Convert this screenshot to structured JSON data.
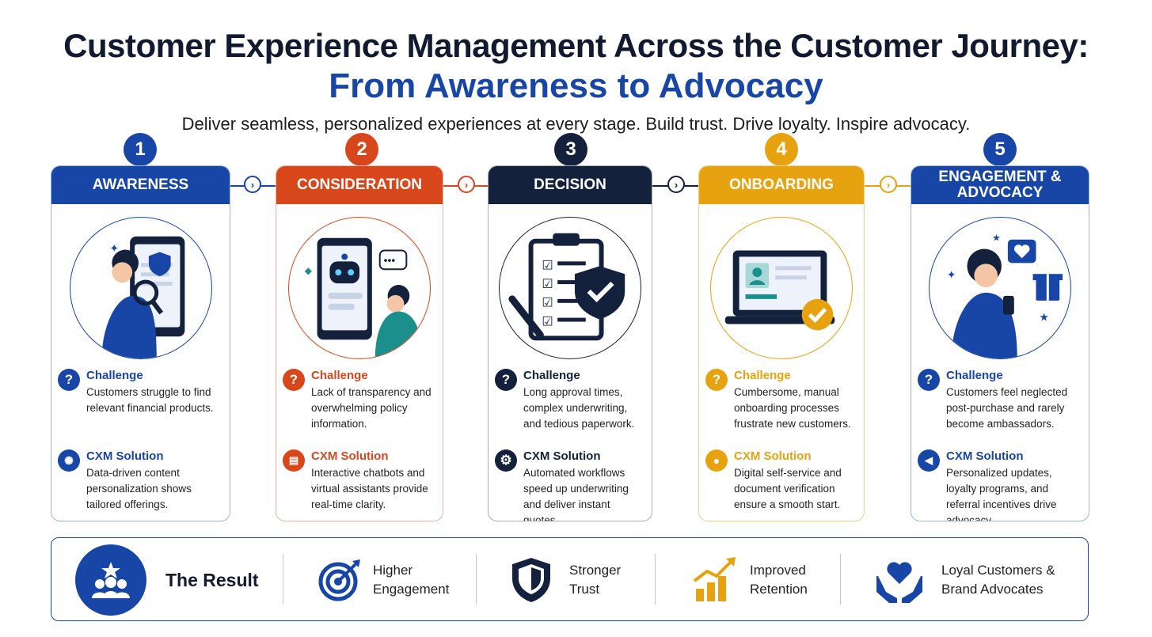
{
  "header": {
    "title_line1": "Customer Experience Management Across the Customer Journey:",
    "title_line2": "From Awareness to Advocacy",
    "subtitle": "Deliver seamless, personalized experiences at every stage. Build trust. Drive loyalty. Inspire advocacy."
  },
  "stages": [
    {
      "number": "1",
      "name": "AWARENESS",
      "color": "#1846a6",
      "challenge_title": "Challenge",
      "challenge_text": "Customers struggle to find relevant financial products.",
      "solution_title": "CXM Solution",
      "solution_text": "Data-driven content personalization shows tailored offerings.",
      "icon": "magnifier-phone-icon"
    },
    {
      "number": "2",
      "name": "CONSIDERATION",
      "color": "#d8461b",
      "challenge_title": "Challenge",
      "challenge_text": "Lack of transparency and overwhelming policy information.",
      "solution_title": "CXM Solution",
      "solution_text": "Interactive chatbots and virtual assistants provide real-time clarity.",
      "icon": "chatbot-phone-icon"
    },
    {
      "number": "3",
      "name": "DECISION",
      "color": "#14213d",
      "challenge_title": "Challenge",
      "challenge_text": "Long approval times, complex underwriting, and tedious paperwork.",
      "solution_title": "CXM Solution",
      "solution_text": "Automated workflows speed up underwriting and deliver instant quotes.",
      "icon": "clipboard-shield-icon"
    },
    {
      "number": "4",
      "name": "ONBOARDING",
      "color": "#e7a20f",
      "challenge_title": "Challenge",
      "challenge_text": "Cumbersome, manual onboarding processes frustrate new customers.",
      "solution_title": "CXM Solution",
      "solution_text": "Digital self-service and document verification ensure a smooth start.",
      "icon": "laptop-check-icon"
    },
    {
      "number": "5",
      "name": "ENGAGEMENT & ADVOCACY",
      "color": "#1846a6",
      "challenge_title": "Challenge",
      "challenge_text": "Customers feel neglected post-purchase and rarely become ambassadors.",
      "solution_title": "CXM Solution",
      "solution_text": "Personalized updates, loyalty programs, and referral incentives drive advocacy.",
      "icon": "heart-gift-icon"
    }
  ],
  "result": {
    "title": "The Result",
    "items": [
      {
        "label": "Higher Engagement",
        "icon": "target-icon",
        "color": "#1846a6"
      },
      {
        "label": "Stronger Trust",
        "icon": "shield-icon",
        "color": "#14213d"
      },
      {
        "label": "Improved Retention",
        "icon": "growth-chart-icon",
        "color": "#e7a20f"
      },
      {
        "label": "Loyal Customers & Brand Advocates",
        "icon": "heart-hands-icon",
        "color": "#1846a6"
      }
    ]
  }
}
